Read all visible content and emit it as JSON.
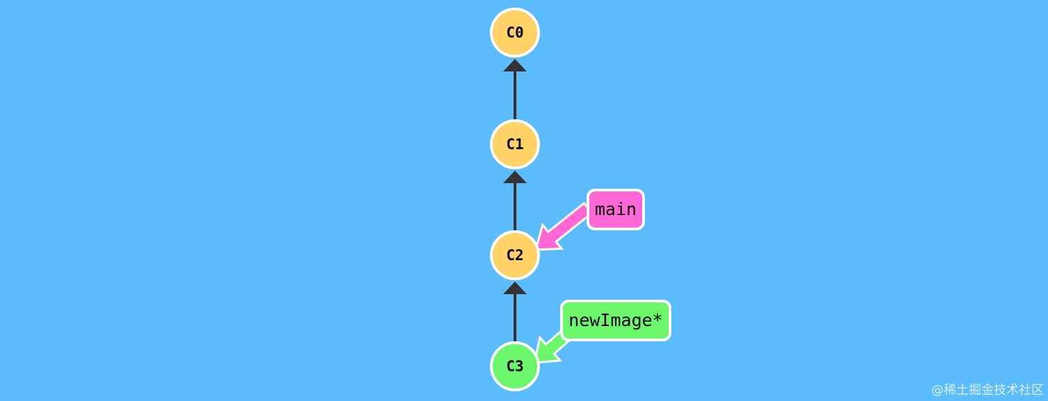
{
  "colors": {
    "background": "#5cbbfb",
    "commit_fill": "#ffd166",
    "commit_head_fill": "#6cf66c",
    "commit_stroke": "#ffffff",
    "edge": "#333333",
    "branch_main": "#ff66d6",
    "branch_new_image": "#6cf66c"
  },
  "commits": [
    {
      "id": "C0",
      "label": "C0"
    },
    {
      "id": "C1",
      "label": "C1"
    },
    {
      "id": "C2",
      "label": "C2"
    },
    {
      "id": "C3",
      "label": "C3"
    }
  ],
  "edges": [
    {
      "from": "C1",
      "to": "C0"
    },
    {
      "from": "C2",
      "to": "C1"
    },
    {
      "from": "C3",
      "to": "C2"
    }
  ],
  "branches": [
    {
      "id": "main",
      "label": "main",
      "target": "C2"
    },
    {
      "id": "new-image",
      "label": "newImage*",
      "target": "C3"
    }
  ],
  "watermark": "@稀土掘金技术社区"
}
